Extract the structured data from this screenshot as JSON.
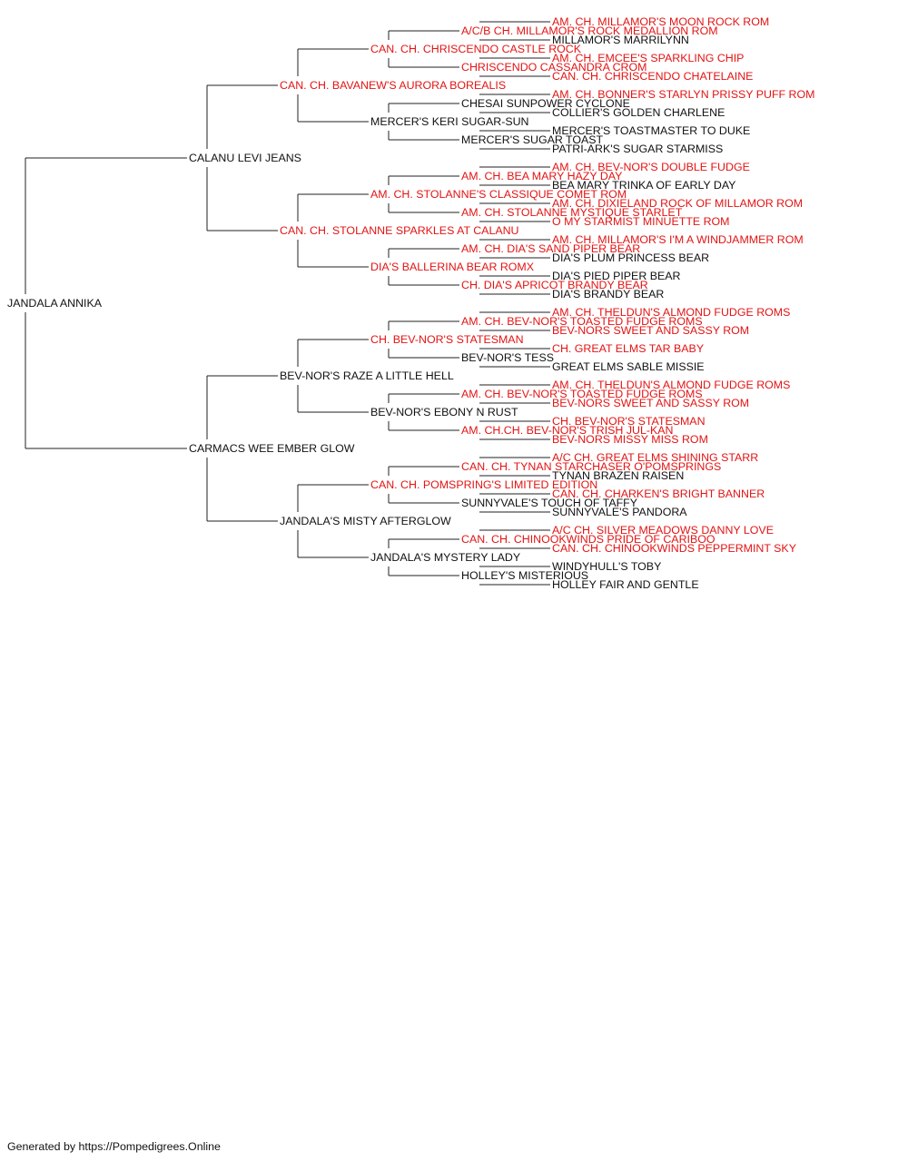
{
  "colors": {
    "champion": "#e31414",
    "normal": "#111111",
    "line": "#222222"
  },
  "footer": "Generated by https://Pompedigrees.Online",
  "generations": [
    [
      {
        "name": "JANDALA ANNIKA",
        "champion": false
      }
    ],
    [
      {
        "name": "CALANU LEVI JEANS",
        "champion": false
      },
      {
        "name": "CARMACS WEE EMBER GLOW",
        "champion": false
      }
    ],
    [
      {
        "name": "CAN. CH. BAVANEW'S AURORA BOREALIS",
        "champion": true
      },
      {
        "name": "CAN. CH. STOLANNE SPARKLES AT CALANU",
        "champion": true
      },
      {
        "name": "BEV-NOR'S RAZE A LITTLE HELL",
        "champion": false
      },
      {
        "name": "JANDALA'S MISTY AFTERGLOW",
        "champion": false
      }
    ],
    [
      {
        "name": "CAN. CH. CHRISCENDO CASTLE ROCK",
        "champion": true
      },
      {
        "name": "MERCER'S KERI SUGAR-SUN",
        "champion": false
      },
      {
        "name": "AM. CH. STOLANNE'S CLASSIQUE COMET ROM",
        "champion": true
      },
      {
        "name": "DIA'S BALLERINA BEAR ROMX",
        "champion": true
      },
      {
        "name": "CH. BEV-NOR'S STATESMAN",
        "champion": true
      },
      {
        "name": "BEV-NOR'S EBONY N RUST",
        "champion": false
      },
      {
        "name": "CAN. CH. POMSPRING'S LIMITED EDITION",
        "champion": true
      },
      {
        "name": "JANDALA'S MYSTERY LADY",
        "champion": false
      }
    ],
    [
      {
        "name": "A/C/B CH. MILLAMOR'S ROCK MEDALLION ROM",
        "champion": true
      },
      {
        "name": "CHRISCENDO CASSANDRA CROM",
        "champion": true
      },
      {
        "name": "CHESAI SUNPOWER CYCLONE",
        "champion": false
      },
      {
        "name": "MERCER'S SUGAR TOAST",
        "champion": false
      },
      {
        "name": "AM. CH. BEA MARY HAZY DAY",
        "champion": true
      },
      {
        "name": "AM. CH. STOLANNE MYSTIQUE STARLET",
        "champion": true
      },
      {
        "name": "AM. CH. DIA'S SAND PIPER BEAR",
        "champion": true
      },
      {
        "name": "CH. DIA'S APRICOT BRANDY BEAR",
        "champion": true
      },
      {
        "name": "AM. CH. BEV-NOR'S TOASTED FUDGE ROMS",
        "champion": true
      },
      {
        "name": "BEV-NOR'S TESS",
        "champion": false
      },
      {
        "name": "AM. CH. BEV-NOR'S TOASTED FUDGE ROMS",
        "champion": true
      },
      {
        "name": "AM. CH.CH. BEV-NOR'S TRISH JUL-KAN",
        "champion": true
      },
      {
        "name": "CAN. CH. TYNAN STARCHASER O'POMSPRINGS",
        "champion": true
      },
      {
        "name": "SUNNYVALE'S TOUCH OF TAFFY",
        "champion": false
      },
      {
        "name": "CAN. CH. CHINOOKWINDS PRIDE OF CARIBOO",
        "champion": true
      },
      {
        "name": "HOLLEY'S MISTERIOUS",
        "champion": false
      }
    ],
    [
      {
        "name": "AM. CH. MILLAMOR'S MOON ROCK ROM",
        "champion": true
      },
      {
        "name": "MILLAMOR'S MARRILYNN",
        "champion": false
      },
      {
        "name": "AM. CH. EMCEE'S SPARKLING CHIP",
        "champion": true
      },
      {
        "name": "CAN. CH. CHRISCENDO CHATELAINE",
        "champion": true
      },
      {
        "name": "AM. CH. BONNER'S STARLYN PRISSY PUFF ROM",
        "champion": true
      },
      {
        "name": "COLLIER'S GOLDEN CHARLENE",
        "champion": false
      },
      {
        "name": "MERCER'S TOASTMASTER TO DUKE",
        "champion": false
      },
      {
        "name": "PATRI-ARK'S SUGAR STARMISS",
        "champion": false
      },
      {
        "name": "AM. CH. BEV-NOR'S DOUBLE FUDGE",
        "champion": true
      },
      {
        "name": "BEA MARY TRINKA OF EARLY DAY",
        "champion": false
      },
      {
        "name": "AM. CH. DIXIELAND ROCK OF MILLAMOR ROM",
        "champion": true
      },
      {
        "name": "O MY STARMIST MINUETTE ROM",
        "champion": true
      },
      {
        "name": "AM. CH. MILLAMOR'S I'M A WINDJAMMER ROM",
        "champion": true
      },
      {
        "name": "DIA'S PLUM PRINCESS BEAR",
        "champion": false
      },
      {
        "name": "DIA'S PIED PIPER BEAR",
        "champion": false
      },
      {
        "name": "DIA'S BRANDY BEAR",
        "champion": false
      },
      {
        "name": "AM. CH. THELDUN'S ALMOND FUDGE ROMS",
        "champion": true
      },
      {
        "name": "BEV-NORS SWEET AND SASSY ROM",
        "champion": true
      },
      {
        "name": "CH. GREAT ELMS TAR BABY",
        "champion": true
      },
      {
        "name": "GREAT ELMS SABLE MISSIE",
        "champion": false
      },
      {
        "name": "AM. CH. THELDUN'S ALMOND FUDGE ROMS",
        "champion": true
      },
      {
        "name": "BEV-NORS SWEET AND SASSY ROM",
        "champion": true
      },
      {
        "name": "CH. BEV-NOR'S STATESMAN",
        "champion": true
      },
      {
        "name": "BEV-NORS MISSY MISS ROM",
        "champion": true
      },
      {
        "name": "A/C CH. GREAT ELMS SHINING STARR",
        "champion": true
      },
      {
        "name": "TYNAN BRAZEN RAISEN",
        "champion": false
      },
      {
        "name": "CAN. CH. CHARKEN'S BRIGHT BANNER",
        "champion": true
      },
      {
        "name": "SUNNYVALE'S PANDORA",
        "champion": false
      },
      {
        "name": "A/C CH. SILVER MEADOWS DANNY LOVE",
        "champion": true
      },
      {
        "name": "CAN. CH. CHINOOKWINDS PEPPERMINT SKY",
        "champion": true
      },
      {
        "name": "WINDYHULL'S TOBY",
        "champion": false
      },
      {
        "name": "HOLLEY FAIR AND GENTLE",
        "champion": false
      }
    ]
  ]
}
